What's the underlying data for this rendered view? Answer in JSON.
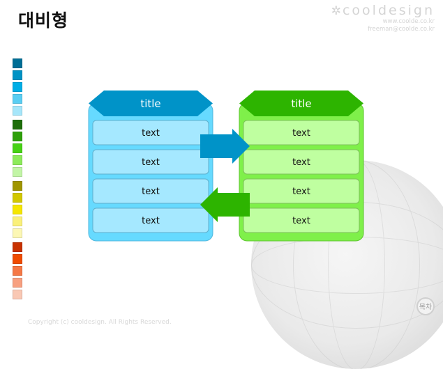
{
  "page": {
    "title": "대비형",
    "brand": {
      "logo": "cooldesign",
      "icon": "butterfly-icon",
      "site": "www.coolde.co.kr",
      "email": "freeman@coolde.co.kr"
    },
    "footer": "Copyright (c) cooldesign. All Rights Reserved.",
    "back_button": "목차"
  },
  "palette": [
    "#006E96",
    "#0092C4",
    "#00AEE6",
    "#5ACEF3",
    "#A6E6FA",
    "#1E6E0A",
    "#2EA00A",
    "#46D214",
    "#8CEB5A",
    "#C2F5A6",
    "#A09600",
    "#D2C800",
    "#F5E600",
    "#FAF07A",
    "#FCF7B4",
    "#C83200",
    "#F04B00",
    "#F57846",
    "#F7A080",
    "#F9C8B4"
  ],
  "diagram": {
    "left": {
      "title": "title",
      "items": [
        "text",
        "text",
        "text",
        "text"
      ],
      "header_color": "#0093C8",
      "panel_color": "#66DAFF",
      "panel_stroke": "#4FB7DD",
      "item_color": "#A5E8FF",
      "item_stroke": "#5FAFCC"
    },
    "right": {
      "title": "title",
      "items": [
        "text",
        "text",
        "text",
        "text"
      ],
      "header_color": "#2DB400",
      "panel_color": "#7FF04A",
      "panel_stroke": "#5CC52E",
      "item_color": "#BFFFA0",
      "item_stroke": "#7CBF5A"
    },
    "arrow_right_color": "#0093C8",
    "arrow_left_color": "#2DB400"
  }
}
